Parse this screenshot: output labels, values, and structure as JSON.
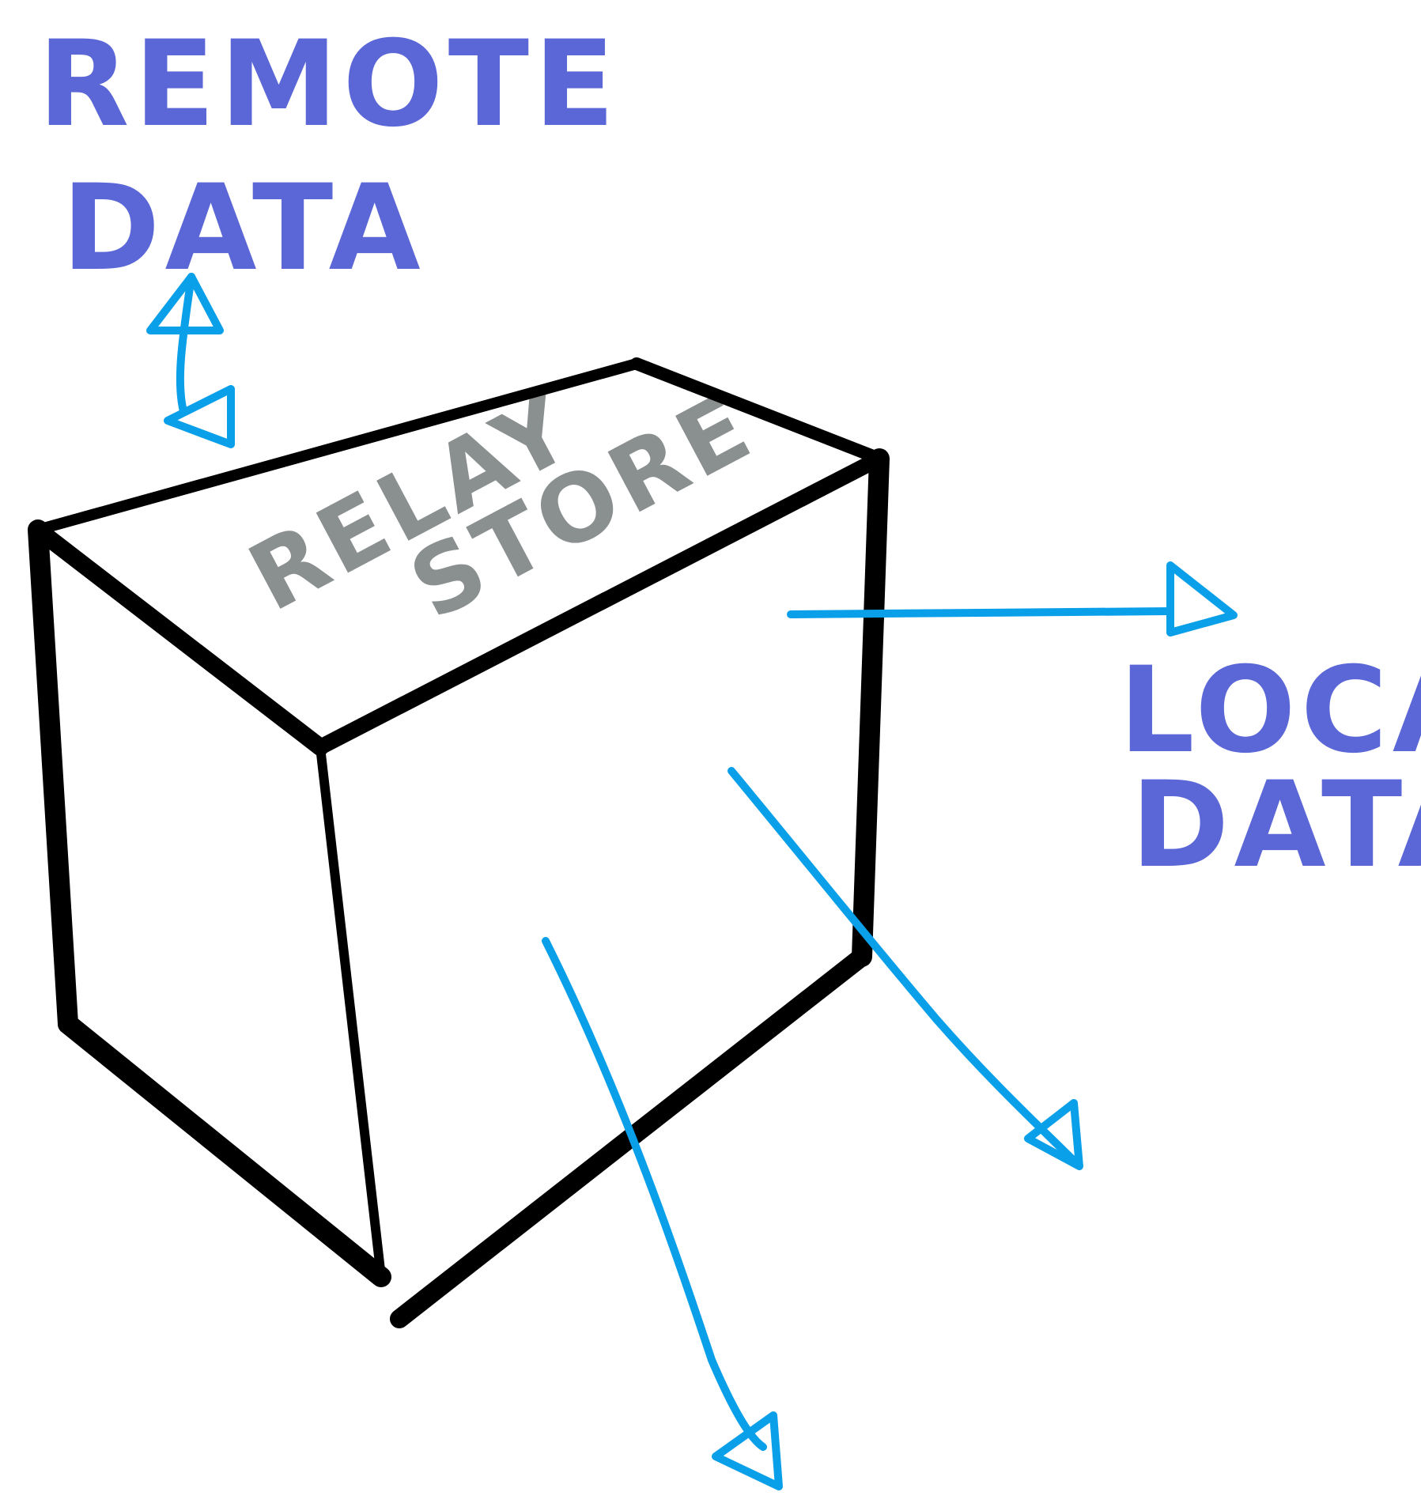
{
  "labels": {
    "remote_line1": "REMOTE",
    "remote_line2": "DATA",
    "local_line1": "LOCAL",
    "local_line2": "DATA",
    "store_line1": "RELAY",
    "store_line2": "STORE"
  },
  "colors": {
    "label_blue": "#5b67d6",
    "arrow_blue": "#0a9fe9",
    "box_black": "#000000",
    "store_grey": "#8a8f8f",
    "background": "#ffffff"
  }
}
